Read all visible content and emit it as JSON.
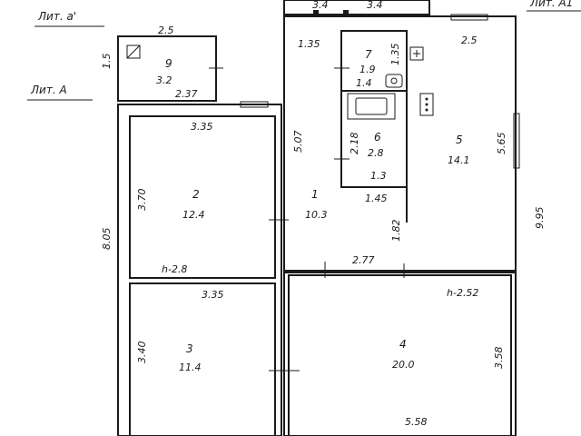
{
  "labels": {
    "lit_a_small": "Лит. а'",
    "lit_a": "Лит. А",
    "lit_a1": "Лит. А1"
  },
  "rooms": [
    {
      "num": "1",
      "area": "10.3"
    },
    {
      "num": "2",
      "area": "12.4"
    },
    {
      "num": "3",
      "area": "11.4"
    },
    {
      "num": "4",
      "area": "20.0"
    },
    {
      "num": "5",
      "area": "14.1"
    },
    {
      "num": "6",
      "area": "2.8"
    },
    {
      "num": "7",
      "area": "1.9"
    },
    {
      "num": "9",
      "area": "3.2"
    }
  ],
  "dimensions": {
    "top_left": "3.4",
    "top_right": "3.4",
    "porch_width": "2.5",
    "porch_height": "1.5",
    "porch_bottom": "2.37",
    "room1_top": "1.35",
    "room7_width": "1.9",
    "room7_height": "1.35",
    "room7_bottom": "1.4",
    "room5_top": "2.5",
    "room2_top": "3.35",
    "room1_height": "5.07",
    "room6_height": "2.18",
    "room6_bottom": "1.3",
    "room5_height": "5.65",
    "room2_height": "3.70",
    "room1_bottom": "1.45",
    "total_height_left": "8.05",
    "total_height_right": "9.95",
    "room1_lower": "1.82",
    "corridor": "2.77",
    "ceiling_left": "h-2.8",
    "ceiling_right": "h-2.52",
    "room3_top": "3.35",
    "room3_height": "3.40",
    "room4_height": "3.58",
    "room4_width": "5.58"
  }
}
